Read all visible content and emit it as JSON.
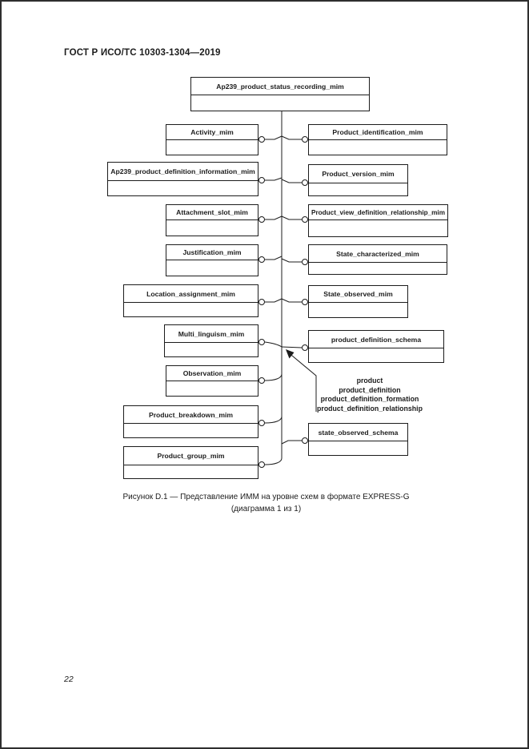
{
  "page": {
    "header": "ГОСТ Р ИСО/ТС 10303-1304—2019",
    "page_number": "22"
  },
  "diagram": {
    "root": "Ap239_product_status_recording_mim",
    "left_boxes": [
      "Activity_mim",
      "Ap239_product_definition_information_mim",
      "Attachment_slot_mim",
      "Justification_mim",
      "Location_assignment_mim",
      "Multi_linguism_mim",
      "Observation_mim",
      "Product_breakdown_mim",
      "Product_group_mim"
    ],
    "right_boxes": [
      "Product_identification_mim",
      "Product_version_mim",
      "Product_view_definition_relationship_mim",
      "State_characterized_mim",
      "State_observed_mim",
      "product_definition_schema",
      "state_observed_schema"
    ],
    "annotation_lines": [
      "product",
      "product_definition",
      "product_definition_formation",
      "product_definition_relationship"
    ]
  },
  "caption": {
    "line1": "Рисунок D.1 — Представление ИММ на уровне схем в формате EXPRESS-G",
    "line2": "(диаграмма 1 из 1)"
  }
}
